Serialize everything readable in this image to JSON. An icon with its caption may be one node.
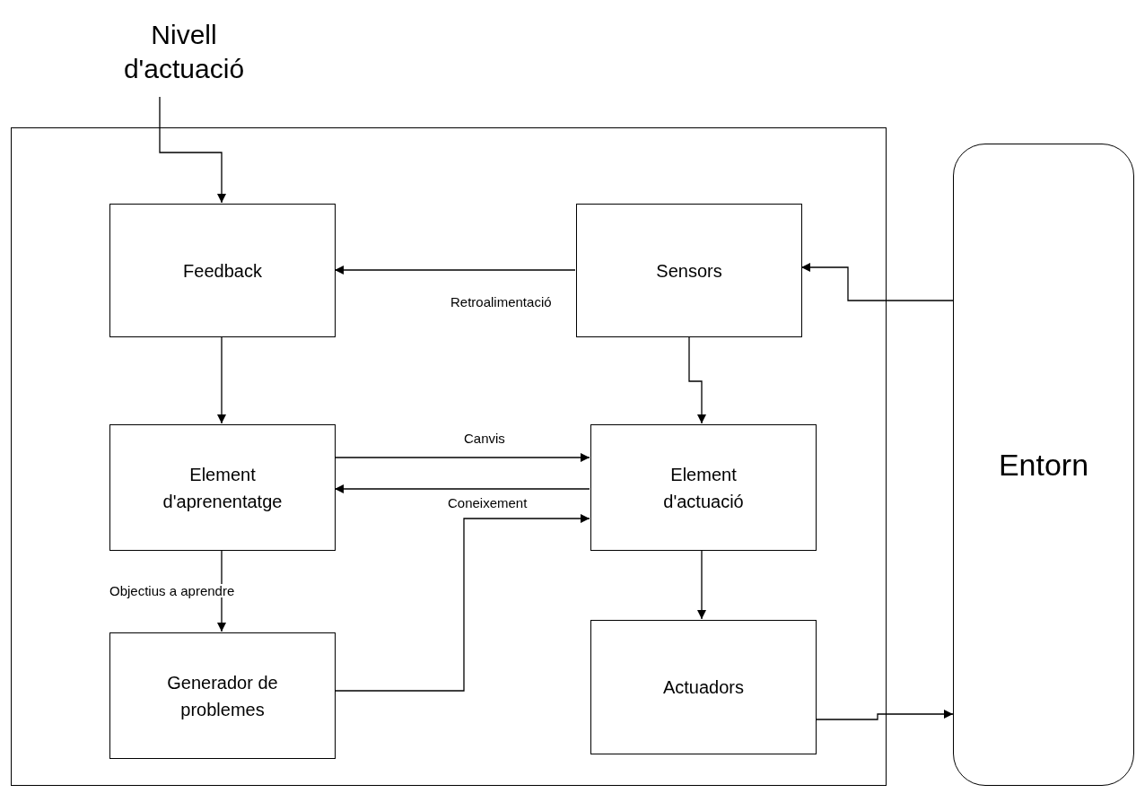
{
  "diagram": {
    "nodes": [
      {
        "text": [],
        "shape": "box"
      },
      {
        "text": [
          "Nivell d'actuació"
        ]
      },
      {
        "text": [
          "Feedback"
        ],
        "in": 0
      },
      {
        "text": [
          "Sensors"
        ],
        "in": 0
      },
      {
        "text": [
          "Element d'aprenentatge"
        ],
        "in": 0
      },
      {
        "text": [
          "Element d'actuació"
        ],
        "in": 0
      },
      {
        "text": [
          "Generador de problemes"
        ],
        "in": 0
      },
      {
        "text": [
          "Actuadors"
        ],
        "in": 0
      },
      {
        "text": [
          "Entorn"
        ]
      }
    ],
    "edges": [
      {
        "from": 1,
        "to": 2,
        "arrow": "to"
      },
      {
        "from": 3,
        "to": 2,
        "arrow": "to",
        "label": "Retroalimentació"
      },
      {
        "from": 8,
        "to": 3,
        "arrow": "to"
      },
      {
        "from": 2,
        "to": 4,
        "arrow": "to"
      },
      {
        "from": 3,
        "to": 5,
        "arrow": "to"
      },
      {
        "from": 4,
        "to": 5,
        "arrow": "to",
        "label": "Canvis"
      },
      {
        "from": 5,
        "to": 4,
        "arrow": "to",
        "label": "Coneixement"
      },
      {
        "from": 4,
        "to": 6,
        "arrow": "to",
        "label": "Objectius a aprendre"
      },
      {
        "from": 6,
        "to": 5,
        "arrow": "to"
      },
      {
        "from": 5,
        "to": 7,
        "arrow": "to"
      },
      {
        "from": 7,
        "to": 8,
        "arrow": "to"
      }
    ]
  }
}
